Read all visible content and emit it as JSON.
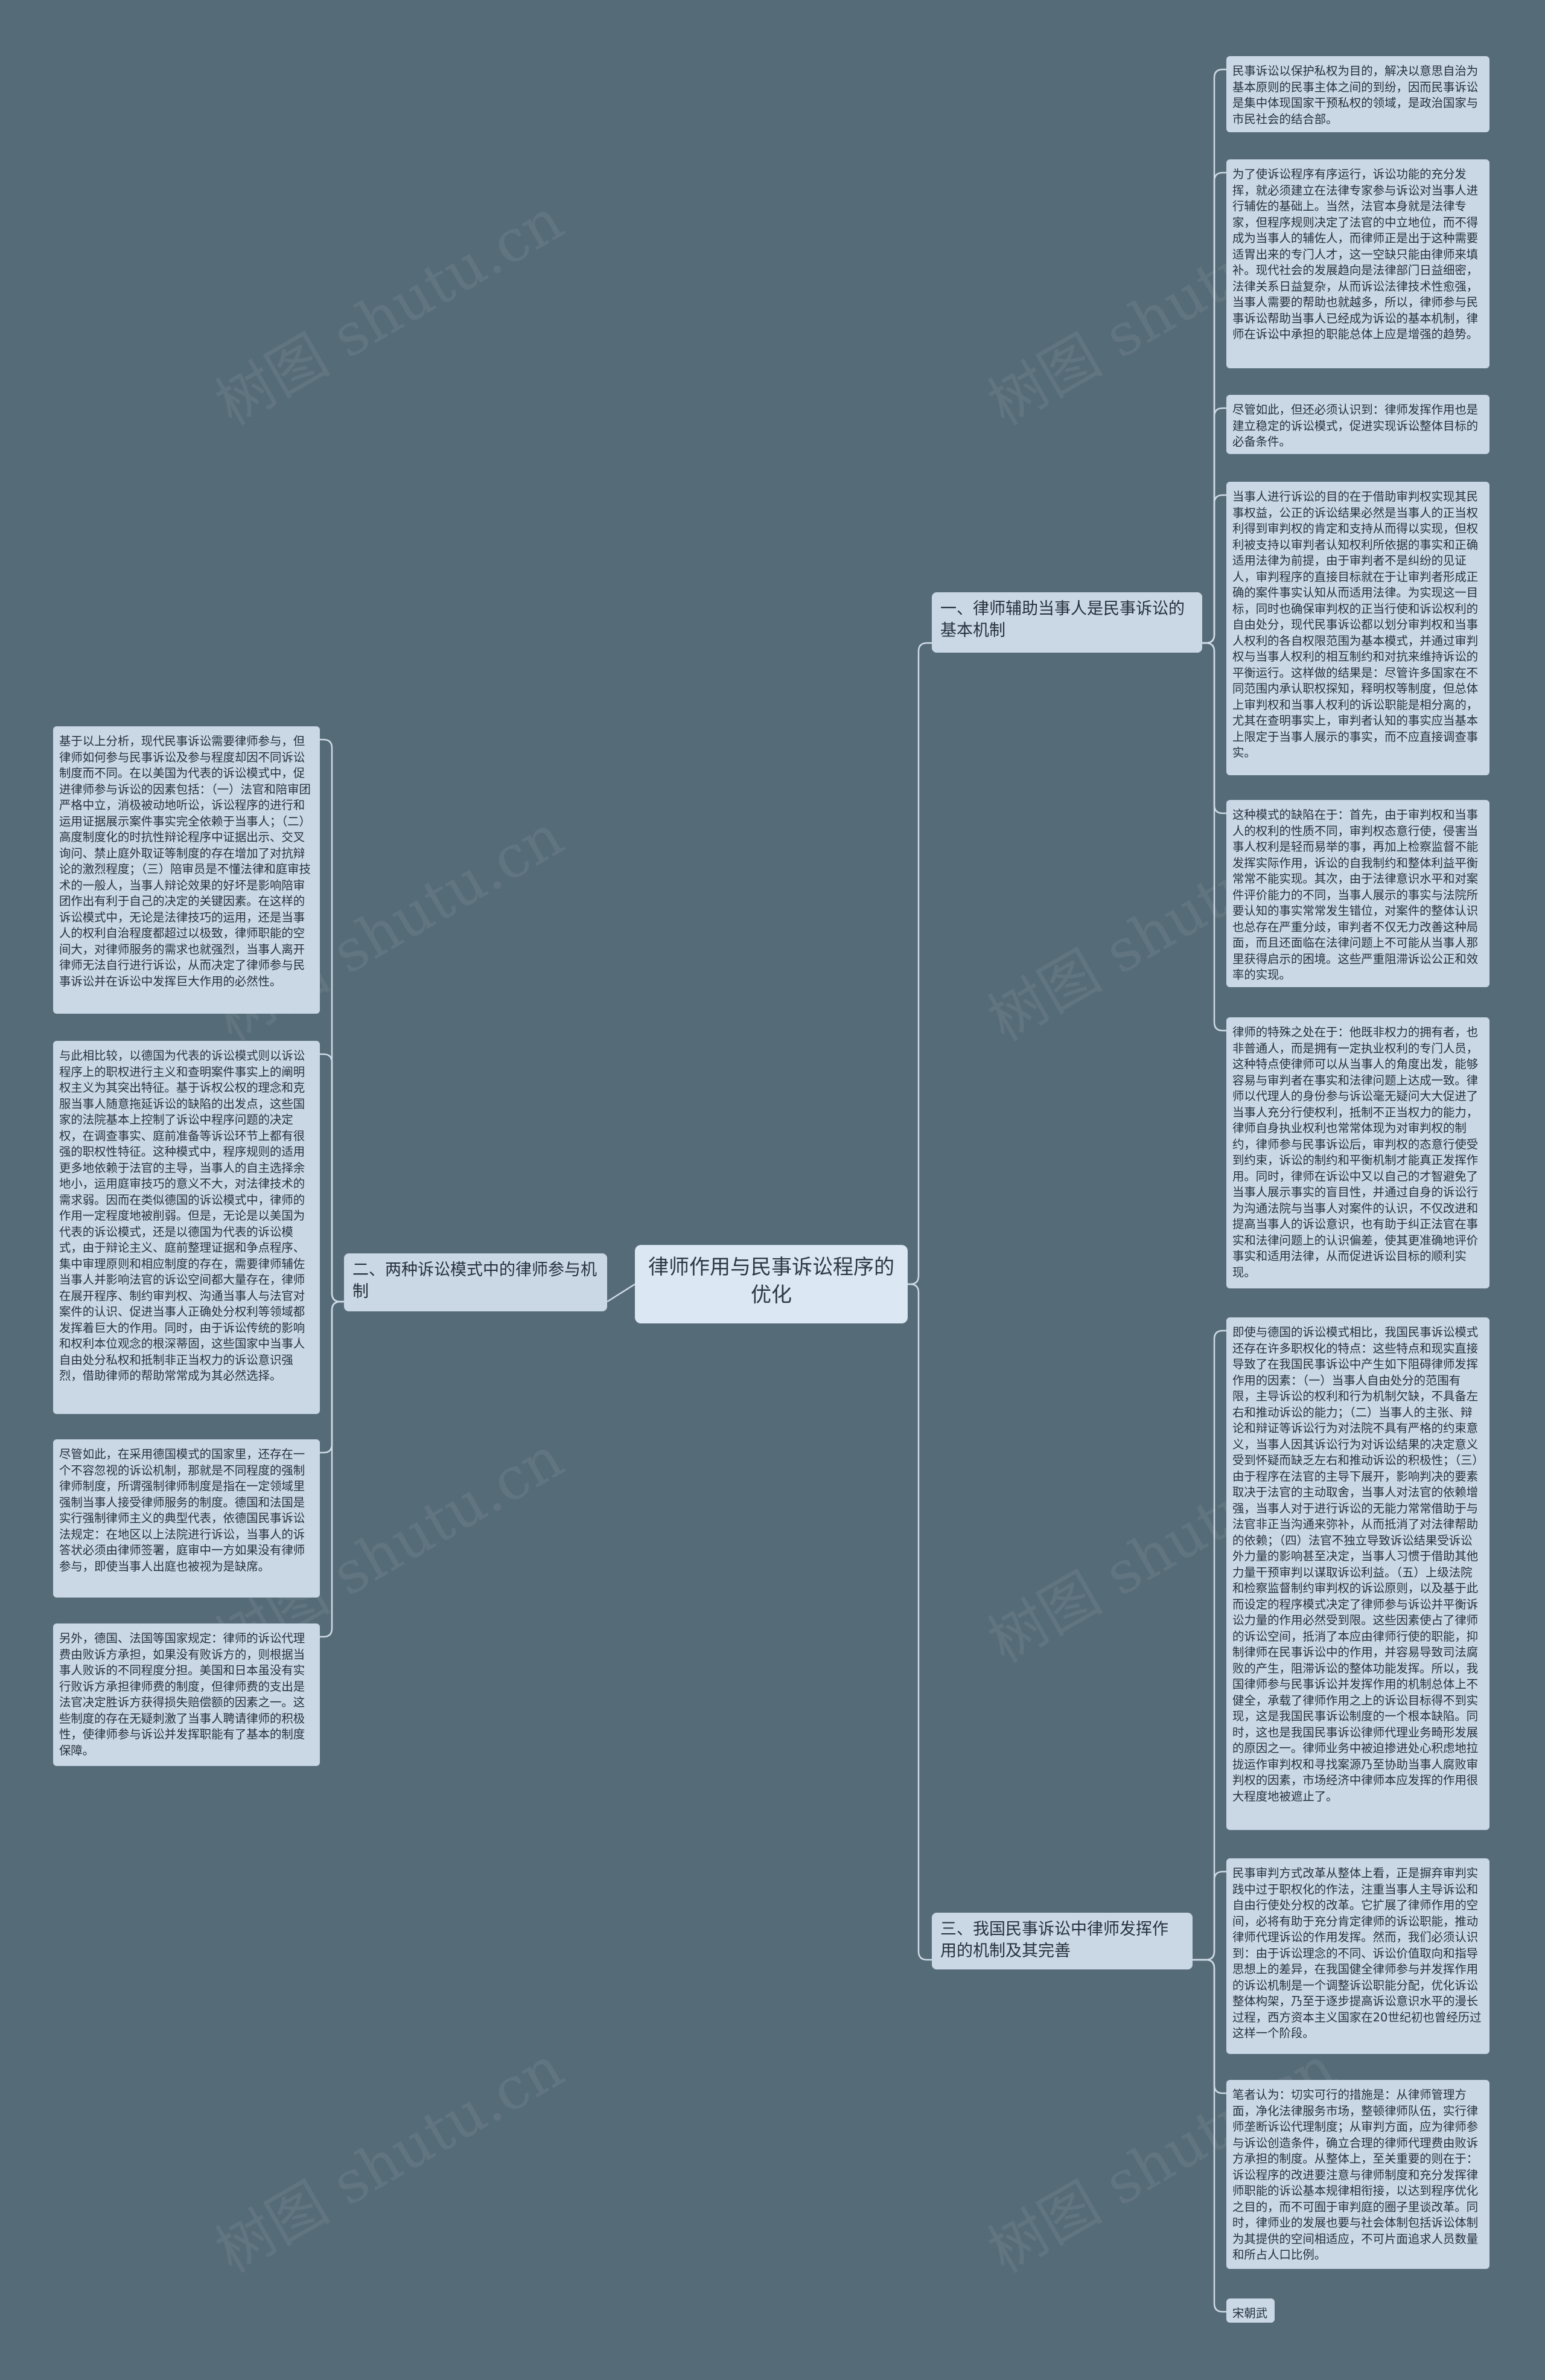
{
  "root": {
    "title": "律师作用与民事诉讼程序的优化"
  },
  "branches": {
    "b1": {
      "label": "一、律师辅助当事人是民事诉讼的基本机制"
    },
    "b2": {
      "label": "二、两种诉讼模式中的律师参与机制"
    },
    "b3": {
      "label": "三、我国民事诉讼中律师发挥作用的机制及其完善"
    }
  },
  "leaves": {
    "b1": [
      "民事诉讼以保护私权为目的，解决以意思自治为基本原则的民事主体之间的到纷，因而民事诉讼是集中体现国家干预私权的领域，是政治国家与市民社会的结合部。",
      "为了使诉讼程序有序运行，诉讼功能的充分发挥，就必须建立在法律专家参与诉讼对当事人进行辅佐的基础上。当然，法官本身就是法律专家，但程序规则决定了法官的中立地位，而不得成为当事人的辅佐人，而律师正是出于这种需要适胃出来的专门人才，这一空缺只能由律师来填补。现代社会的发展趋向是法律部门日益细密，法律关系日益复杂，从而诉讼法律技术性愈强，当事人需要的帮助也就越多，所以，律师参与民事诉讼帮助当事人已经成为诉讼的基本机制，律师在诉讼中承担的职能总体上应是增强的趋势。",
      "尽管如此，但还必须认识到：律师发挥作用也是建立稳定的诉讼模式，促进实现诉讼整体目标的必备条件。",
      "当事人进行诉讼的目的在于借助审判权实现其民事权益，公正的诉讼结果必然是当事人的正当权利得到审判权的肯定和支持从而得以实现，但权利被支持以审判者认知权利所依据的事实和正确适用法律为前提，由于审判者不是纠纷的见证人，审判程序的直接目标就在于让审判者形成正确的案件事实认知从而适用法律。为实现这一目标，同时也确保审判权的正当行使和诉讼权利的自由处分，现代民事诉讼都以划分审判权和当事人权利的各自权限范围为基本模式，并通过审判权与当事人权利的相互制约和对抗来维持诉讼的平衡运行。这样做的结果是：尽管许多国家在不同范围内承认职权探知，释明权等制度，但总体上审判权和当事人权利的诉讼职能是相分离的，尤其在查明事实上，审判者认知的事实应当基本上限定于当事人展示的事实，而不应直接调查事实。",
      "这种模式的缺陷在于：首先，由于审判权和当事人的权利的性质不同，审判权态意行使，侵害当事人权利是轻而易举的事，再加上检察监督不能发挥实际作用，诉讼的自我制约和整体利益平衡常常不能实现。其次，由于法律意识水平和对案件评价能力的不同，当事人展示的事实与法院所要认知的事实常常发生错位，对案件的整体认识也总存在严重分歧，审判者不仅无力改善这种局面，而且还面临在法律问题上不可能从当事人那里获得启示的困境。这些严重阻滞诉讼公正和效率的实现。",
      "律师的特殊之处在于：他既非权力的拥有者，也非普通人，而是拥有一定执业权利的专门人员，这种特点使律师可以从当事人的角度出发，能够容易与审判者在事实和法律问题上达成一致。律师以代理人的身份参与诉讼毫无疑问大大促进了当事人充分行使权利，抵制不正当权力的能力，律师自身执业权利也常常体现为对审判权的制约，律师参与民事诉讼后，审判权的态意行使受到约束，诉讼的制约和平衡机制才能真正发挥作用。同时，律师在诉讼中又以自己的才智避免了当事人展示事实的盲目性，并通过自身的诉讼行为沟通法院与当事人对案件的认识，不仅改进和提高当事人的诉讼意识，也有助于纠正法官在事实和法律问题上的认识偏差，使其更准确地评价事实和适用法律，从而促进诉讼目标的顺利实现。"
    ],
    "b2": [
      "基于以上分析，现代民事诉讼需要律师参与，但律师如何参与民事诉讼及参与程度却因不同诉讼制度而不同。在以美国为代表的诉讼模式中，促进律师参与诉讼的因素包括：（一）法官和陪审团严格中立，消极被动地听讼，诉讼程序的进行和运用证据展示案件事实完全依赖于当事人；（二）高度制度化的时抗性辩论程序中证据出示、交叉询问、禁止庭外取证等制度的存在增加了对抗辩论的激烈程度；（三）陪审员是不懂法律和庭审技术的一般人，当事人辩论效果的好坏是影响陪审团作出有利于自己的决定的关键因素。在这样的诉讼模式中，无论是法律技巧的运用，还是当事人的权利自治程度都超过以极致，律师职能的空间大，对律师服务的需求也就强烈，当事人离开律师无法自行进行诉讼，从而决定了律师参与民事诉讼并在诉讼中发挥巨大作用的必然性。",
      "与此相比较，以德国为代表的诉讼模式则以诉讼程序上的职权进行主义和查明案件事实上的阐明权主义为其突出特征。基于诉权公权的理念和克服当事人随意拖延诉讼的缺陷的出发点，这些国家的法院基本上控制了诉讼中程序问题的决定权，在调查事实、庭前准备等诉讼环节上都有很强的职权性特征。这种模式中，程序规则的适用更多地依赖于法官的主导，当事人的自主选择余地小，运用庭审技巧的意义不大，对法律技术的需求弱。因而在类似德国的诉讼模式中，律师的作用一定程度地被削弱。但是，无论是以美国为代表的诉讼模式，还是以德国为代表的诉讼模式，由于辩论主义、庭前整理证据和争点程序、集中审理原则和相应制度的存在，需要律师辅佐当事人并影响法官的诉讼空间都大量存在，律师在展开程序、制约审判权、沟通当事人与法官对案件的认识、促进当事人正确处分权利等领域都发挥着巨大的作用。同时，由于诉讼传统的影响和权利本位观念的根深蒂固，这些国家中当事人自由处分私权和抵制非正当权力的诉讼意识强烈，借助律师的帮助常常成为其必然选择。",
      "尽管如此，在采用德国模式的国家里，还存在一个不容忽视的诉讼机制，那就是不同程度的强制律师制度，所谓强制律师制度是指在一定领域里强制当事人接受律师服务的制度。德国和法国是实行强制律师主义的典型代表，依德国民事诉讼法规定：在地区以上法院进行诉讼，当事人的诉答状必须由律师签署，庭审中一方如果没有律师参与，即使当事人出庭也被视为是缺席。",
      "另外，德国、法国等国家规定：律师的诉讼代理费由败诉方承担，如果没有败诉方的，则根据当事人败诉的不同程度分担。美国和日本虽没有实行败诉方承担律师费的制度，但律师费的支出是法官决定胜诉方获得损失赔偿额的因素之一。这些制度的存在无疑刺激了当事人聘请律师的积极性，使律师参与诉讼并发挥职能有了基本的制度保障。"
    ],
    "b3": [
      "即使与德国的诉讼模式相比，我国民事诉讼模式还存在许多职权化的特点：这些特点和现实直接导致了在我国民事诉讼中产生如下阻碍律师发挥作用的因素：（一）当事人自由处分的范围有限，主导诉讼的权利和行为机制欠缺，不具备左右和推动诉讼的能力；（二）当事人的主张、辩论和辩证等诉讼行为对法院不具有严格的约束意义，当事人因其诉讼行为对诉讼结果的决定意义受到怀疑而缺乏左右和推动诉讼的积极性；（三）由于程序在法官的主导下展开，影响判决的要素取决于法官的主动取舍，当事人对法官的依赖增强，当事人对于进行诉讼的无能力常常借助于与法官非正当沟通来弥补，从而抵消了对法律帮助的依赖；（四）法官不独立导致诉讼结果受诉讼外力量的影响甚至决定，当事人习惯于借助其他力量干预审判以谋取诉讼利益。（五）上级法院和检察监督制约审判权的诉讼原则，以及基于此而设定的程序模式决定了律师参与诉讼并平衡诉讼力量的作用必然受到限。这些因素使占了律师的诉讼空间，抵消了本应由律师行使的职能，抑制律师在民事诉讼中的作用，并容易导致司法腐败的产生，阻滞诉讼的整体功能发挥。所以，我国律师参与民事诉讼并发挥作用的机制总体上不健全，承载了律师作用之上的诉讼目标得不到实现，这是我国民事诉讼制度的一个根本缺陷。同时，这也是我国民事诉讼律师代理业务畸形发展的原因之一。律师业务中被迫掺进处心积虑地拉拢运作审判权和寻找案源乃至协助当事人腐败审判权的因素，市场经济中律师本应发挥的作用很大程度地被遮止了。",
      "民事审判方式改革从整体上看，正是摒弃审判实践中过于职权化的作法，注重当事人主导诉讼和自由行使处分权的改革。它扩展了律师作用的空间，必将有助于充分肯定律师的诉讼职能，推动律师代理诉讼的作用发挥。然而，我们必须认识到：由于诉讼理念的不同、诉讼价值取向和指导思想上的差异，在我国健全律师参与并发挥作用的诉讼机制是一个调整诉讼职能分配，优化诉讼整体构架，乃至于逐步提高诉讼意识水平的漫长过程，西方资本主义国家在20世纪初也曾经历过这样一个阶段。",
      "笔者认为：切实可行的措施是：从律师管理方面，净化法律服务市场，整顿律师队伍，实行律师垄断诉讼代理制度；从审判方面，应为律师参与诉讼创造条件，确立合理的律师代理费由败诉方承担的制度。从整体上，至关重要的则在于：诉讼程序的改进要注意与律师制度和充分发挥律师职能的诉讼基本规律相衔接，以达到程序优化之目的，而不可囿于审判庭的圈子里谈改革。同时，律师业的发展也要与社会体制包括诉讼体制为其提供的空间相适应，不可片面追求人员数量和所占人口比例。",
      "宋朝武"
    ]
  },
  "watermark": "树图 shutu.cn"
}
